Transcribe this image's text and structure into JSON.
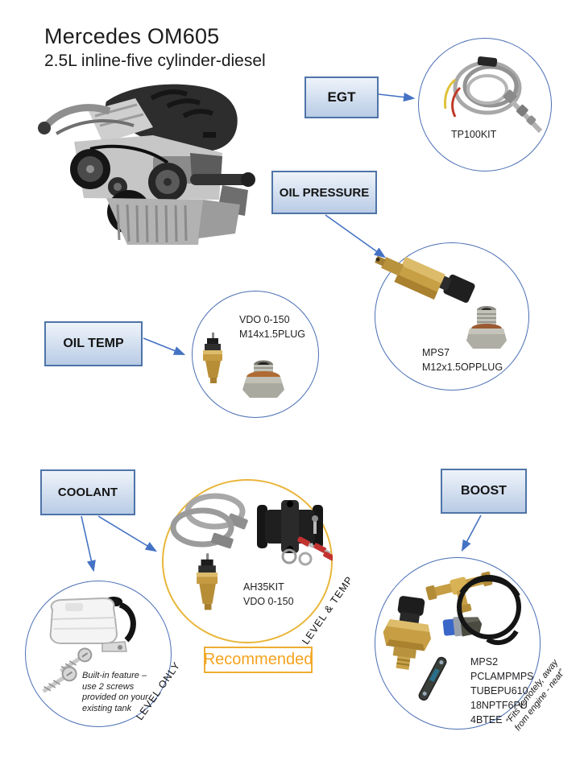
{
  "title": {
    "line1": "Mercedes OM605",
    "line2": "2.5L inline-five cylinder-diesel"
  },
  "colors": {
    "box_border": "#4f74a8",
    "box_fill_top": "#eef3fa",
    "box_fill_bottom": "#b9cbe5",
    "arrow": "#4472c4",
    "circle_border": "#4a6fb5",
    "gold_circle_border": "#e9b63b",
    "recommended_text": "#f5a31f"
  },
  "nodes": {
    "egt": {
      "label": "EGT",
      "part": "TP100KIT"
    },
    "oil_pressure": {
      "label": "OIL PRESSURE",
      "parts": [
        "MPS7",
        "M12x1.5OPPLUG"
      ]
    },
    "oil_temp": {
      "label": "OIL TEMP",
      "parts": [
        "VDO 0-150",
        "M14x1.5PLUG"
      ]
    },
    "coolant": {
      "label": "COOLANT",
      "note": [
        "Built-in feature –",
        "use 2 screws",
        "provided on your",
        "existing tank"
      ],
      "tag": "LEVEL  ONLY"
    },
    "level_temp_kit": {
      "parts": [
        "AH35KIT",
        "VDO 0-150"
      ],
      "tag": "LEVEL  &  TEMP",
      "badge": "Recommended"
    },
    "boost": {
      "label": "BOOST",
      "parts": [
        "MPS2",
        "PCLAMPMPS",
        "TUBEPU610",
        "18NPTF6PU",
        "4BTEE"
      ],
      "quote": [
        "“Fits remotely, away",
        "from engine - neat”"
      ]
    }
  }
}
